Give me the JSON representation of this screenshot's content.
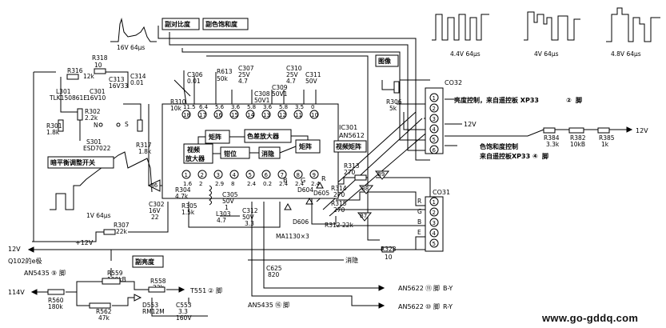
{
  "title_boxes": {
    "contrast": "副对比度",
    "saturation": "副色饱和度",
    "image": "图像",
    "brightness": "副亮度",
    "white_balance": "暗平衡调整开关",
    "video_matrix": "视频矩阵"
  },
  "waveforms": {
    "w1": "16V 64μs",
    "w2": "4.4V 64μs",
    "w3": "4V 64μs",
    "w4": "4.8V 64μs",
    "w5": "1V 64μs"
  },
  "ic": {
    "name": "IC301",
    "part": "AN5612",
    "blocks": {
      "matrix_left": "矩阵",
      "chroma_amp": "色差放大器",
      "matrix_right": "矩阵",
      "video_amp_1": "视频",
      "video_amp_2": "放大器",
      "clamp": "钳位",
      "blanking": "消隐"
    },
    "top_pins": [
      "18",
      "17",
      "16",
      "15",
      "14",
      "13",
      "12",
      "11",
      "10"
    ],
    "top_voltages": [
      "11.5",
      "6.4",
      "5.6",
      "3.6",
      "5.8",
      "3.6",
      "5.8",
      "3.5",
      "0"
    ],
    "bottom_pins": [
      "1",
      "2",
      "3",
      "4",
      "5",
      "6",
      "7",
      "8",
      "9"
    ],
    "bottom_voltages": [
      "1.6",
      "2",
      "2.9",
      "8",
      "2.4",
      "0.2",
      "2.4",
      "2.4",
      "2.4"
    ]
  },
  "components": {
    "R318": "R318",
    "R318_v": "10",
    "R316": "R316",
    "R316_v": "12k",
    "C313": "C313",
    "C313_v": "16V33",
    "C314": "C314",
    "C314_v": "0.01",
    "C306": "C306",
    "C306_v": "0.01",
    "R310": "R310",
    "R310_v": "10k",
    "R613": "R613",
    "R613_v": "50k",
    "C307": "C307",
    "C307_v1": "25V",
    "C307_v2": "4.7",
    "C308": "C308",
    "C308_v": "50V1",
    "C309": "C309",
    "C309_v": "50V1",
    "C310": "C310",
    "C310_v1": "25V",
    "C310_v2": "4.7",
    "C311": "C311",
    "C311_v": "50V",
    "L301": "L301",
    "L301_v": "TLK150861E",
    "C301": "C301",
    "C301_v": "16V10",
    "R302": "R302",
    "R302_v": "2.2k",
    "R301": "R301",
    "R301_v": "1.8k",
    "S301": "S301",
    "S301_v": "ESD7022",
    "R317": "R317",
    "R317_v": "1.8k",
    "N": "N",
    "S": "S",
    "C302": "C302",
    "C302_v1": "16V",
    "C302_v2": "22",
    "R304": "R304",
    "R304_v": "4.7k",
    "R305": "R305",
    "R305_v": "1.5k",
    "C305": "C305",
    "C305_v1": "50V",
    "C305_v2": "1",
    "L303": "L303",
    "L303_v": "4.7",
    "C312": "C312",
    "C312_v1": "50V",
    "C312_v2": "3.3",
    "R307": "R307",
    "R307_v": "22k",
    "R313": "R313",
    "R313_v": "270",
    "R314": "R314",
    "R314_v": "270",
    "R315": "R315",
    "R315_v": "270",
    "R312": "R312 22k",
    "R323": "R323",
    "R323_v": "10",
    "D605": "D605",
    "D604": "D604",
    "D606": "D606",
    "diodes": "MA1130×3",
    "R306": "R306",
    "R306_v": "5k",
    "R384": "R384",
    "R384_v": "3.3k",
    "R382": "R382",
    "R382_v": "10kB",
    "R385": "R385",
    "R385_v": "1k",
    "R559": "R559",
    "R559_v": "100kB",
    "R560": "R560",
    "R560_v": "180k",
    "R562": "R562",
    "R562_v": "47k",
    "R558": "R558",
    "R558_v": "22k",
    "D553": "D553",
    "D553_v": "RM12M",
    "C553": "C553",
    "C553_v1": "3.3",
    "C553_v2": "160V",
    "C625": "C625",
    "C625_v": "820"
  },
  "connectors": {
    "co32": "CO32",
    "co32_pins": [
      "1",
      "2",
      "3",
      "4",
      "5",
      "6"
    ],
    "co31": "CO31",
    "co31_pins": [
      "1",
      "2",
      "3",
      "4",
      "5"
    ],
    "co31_labels": [
      "R",
      "G",
      "B",
      "E"
    ]
  },
  "labels": {
    "brightness_ctrl": "亮度控制，来自遥控板 XP33",
    "brightness_pin": "②",
    "foot": "脚",
    "v12_a": "12V",
    "v12_b": "12V",
    "v12_left": "12V",
    "v12_plus": "+12V",
    "sat_ctrl_1": "色饱和度控制",
    "sat_ctrl_2": "来自遥控板XP33",
    "sat_pin": "④",
    "q102": "Q102的e极",
    "an5435_9": "AN5435",
    "an5435_9_pin": "⑨",
    "an5435_16": "AN5435",
    "an5435_16_pin": "⑯",
    "v114": "114V",
    "t551": "T551",
    "t551_pin": "②",
    "an5622_11": "AN5622",
    "an5622_11_pin": "⑪",
    "an5622_11_sig": "B-Y",
    "an5622_10": "AN5622",
    "an5622_10_pin": "⑩",
    "an5622_10_sig": "R-Y",
    "blanking_out": "消隐",
    "g": "G",
    "r": "R",
    "b": "B",
    "b6": "B6",
    "b7": "B7",
    "b8": "B8",
    "b9": "B9",
    "b7_2": "B7",
    "watermark": "www.go-gddq.com"
  }
}
